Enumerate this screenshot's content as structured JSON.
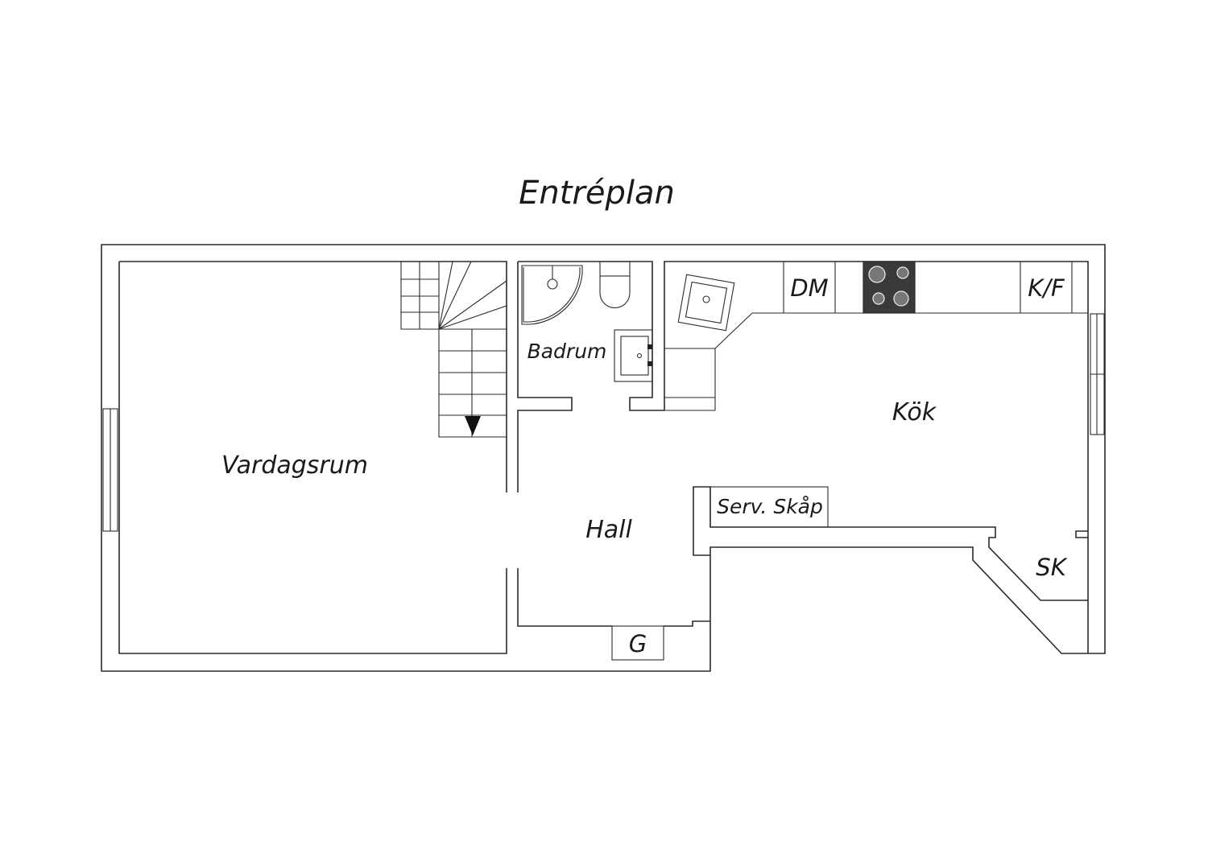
{
  "title": "Entréplan",
  "rooms": {
    "vardagsrum": "Vardagsrum",
    "badrum": "Badrum",
    "kok": "Kök",
    "hall": "Hall"
  },
  "fixtures": {
    "dm": "DM",
    "kf": "K/F",
    "serv_skap": "Serv. Skåp",
    "sk": "SK",
    "g": "G"
  },
  "colors": {
    "wall": "#2a2a2a",
    "stove": "#3a3a3a",
    "background": "#ffffff"
  }
}
